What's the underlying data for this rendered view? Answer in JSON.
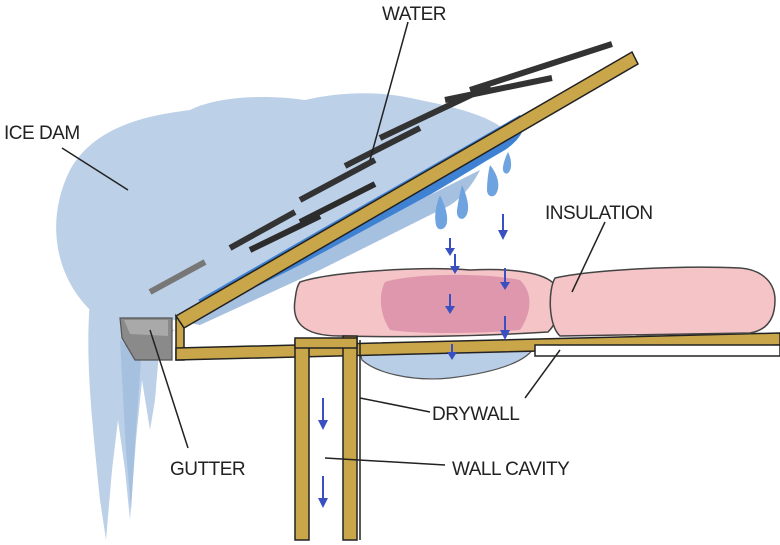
{
  "labels": {
    "water": "WATER",
    "ice_dam": "ICE DAM",
    "insulation": "INSULATION",
    "drywall": "DRYWALL",
    "gutter": "GUTTER",
    "wall_cavity": "WALL CAVITY"
  },
  "colors": {
    "ice": "#b8cde6",
    "ice_dark": "#9fbadc",
    "water": "#3e7fd2",
    "wood": "#c9a64a",
    "wood_outline": "#222222",
    "shingle": "#333333",
    "insulation": "#f4c4c6",
    "insulation_wet": "#d98fa8",
    "drywall": "#ffffff",
    "arrow": "#3a4fc0",
    "gutter": "#8a8a8a"
  }
}
